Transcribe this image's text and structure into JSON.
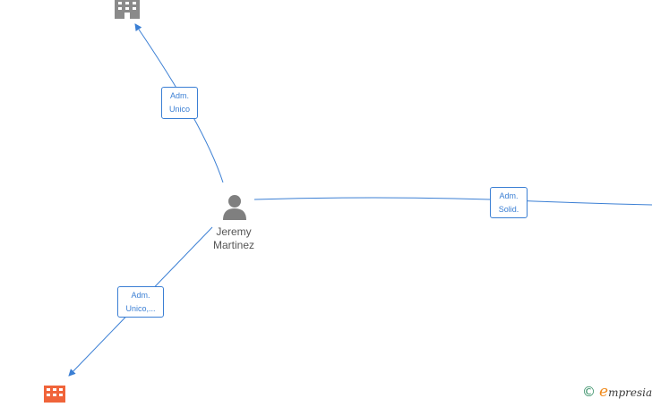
{
  "person": {
    "name_line1": "Jeremy",
    "name_line2": "Martinez"
  },
  "edges": [
    {
      "label_line1": "Adm.",
      "label_line2": "Unico",
      "target": "company-top"
    },
    {
      "label_line1": "Adm.",
      "label_line2": "Solid.",
      "target": "company-right"
    },
    {
      "label_line1": "Adm.",
      "label_line2": "Unico,...",
      "target": "company-bottom"
    }
  ],
  "nodes": {
    "company_top_color": "#8a8a8a",
    "company_bottom_color": "#f0643a",
    "person_color": "#7f7f7f"
  },
  "colors": {
    "edge": "#3b7fd4"
  },
  "watermark": {
    "copyright": "©",
    "brand_initial": "e",
    "brand_rest": "mpresia"
  }
}
